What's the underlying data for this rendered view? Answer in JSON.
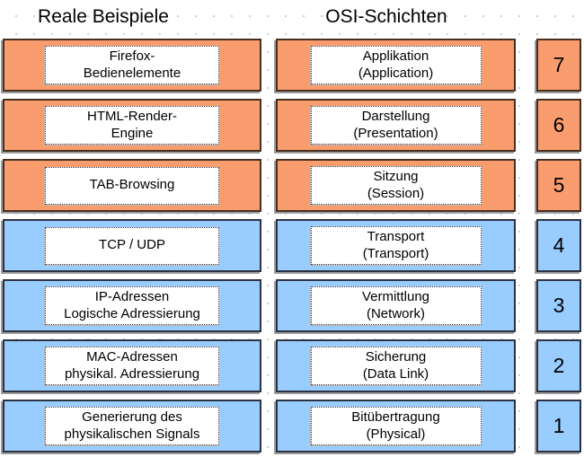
{
  "headers": {
    "left_column": "Reale Beispiele",
    "right_column": "OSI-Schichten"
  },
  "colors": {
    "upper_layers": "#FA9D6E",
    "lower_layers": "#99CCFF",
    "inner_box_bg": "#FFFFFF"
  },
  "rows": [
    {
      "number": "7",
      "color": "orange",
      "example": [
        "Firefox-",
        "Bedienelemente"
      ],
      "osi": [
        "Applikation",
        "(Application)"
      ]
    },
    {
      "number": "6",
      "color": "orange",
      "example": [
        "HTML-Render-",
        "Engine"
      ],
      "osi": [
        "Darstellung",
        "(Presentation)"
      ]
    },
    {
      "number": "5",
      "color": "orange",
      "example": [
        "TAB-Browsing"
      ],
      "osi": [
        "Sitzung",
        "(Session)"
      ]
    },
    {
      "number": "4",
      "color": "blue",
      "example": [
        "TCP / UDP"
      ],
      "osi": [
        "Transport",
        "(Transport)"
      ]
    },
    {
      "number": "3",
      "color": "blue",
      "example": [
        "IP-Adressen",
        "Logische Adressierung"
      ],
      "osi": [
        "Vermittlung",
        "(Network)"
      ]
    },
    {
      "number": "2",
      "color": "blue",
      "example": [
        "MAC-Adressen",
        "physikal. Adressierung"
      ],
      "osi": [
        "Sicherung",
        "(Data Link)"
      ]
    },
    {
      "number": "1",
      "color": "blue",
      "example": [
        "Generierung des",
        "physikalischen Signals"
      ],
      "osi": [
        "Bitübertragung",
        "(Physical)"
      ]
    }
  ]
}
